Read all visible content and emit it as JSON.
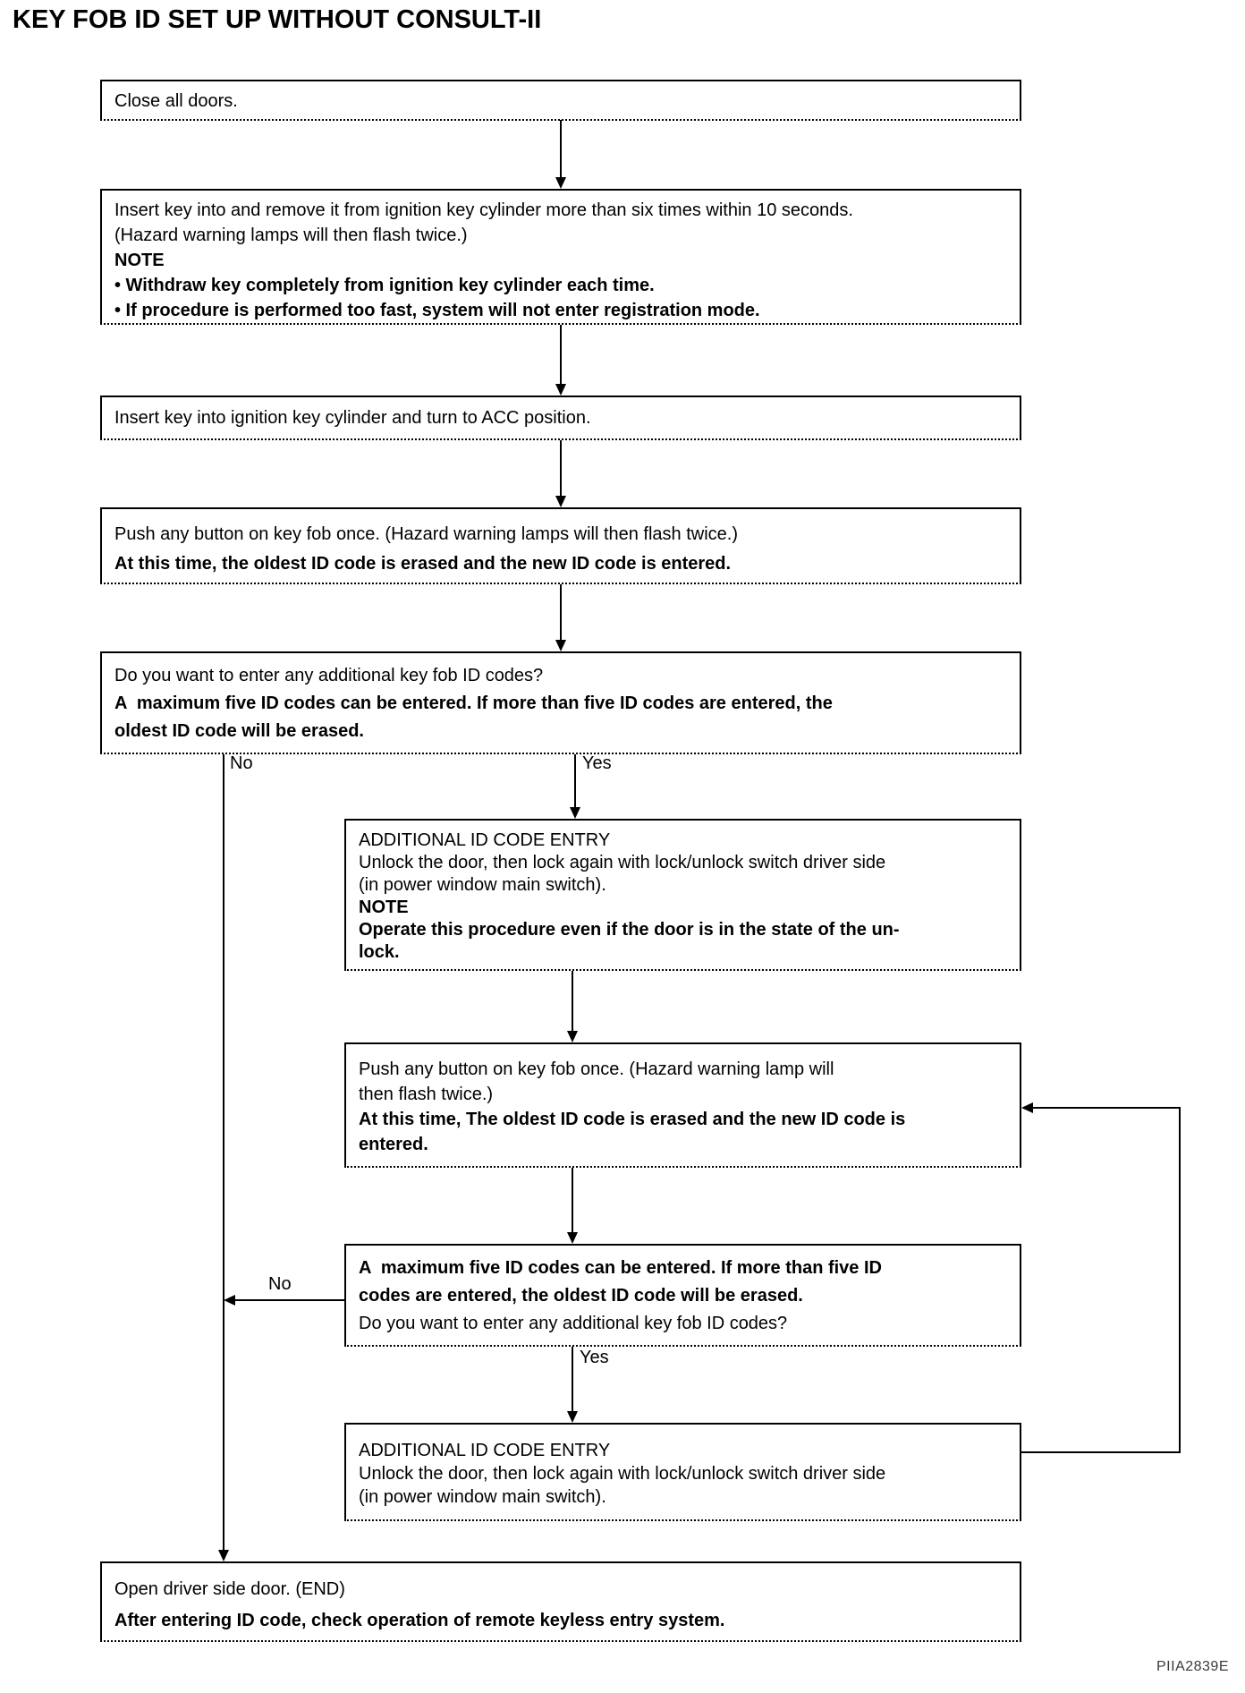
{
  "page": {
    "title": "KEY FOB ID SET UP WITHOUT CONSULT-II",
    "figure_code": "PIIA2839E"
  },
  "flow": {
    "boxes": {
      "close_doors": {
        "lines": [
          {
            "text": "Close all doors.",
            "bold": false
          }
        ]
      },
      "insert_remove_key": {
        "lines": [
          {
            "text": "Insert key into and remove it from ignition key cylinder more than six times within 10 seconds.",
            "bold": false
          },
          {
            "text": "(Hazard warning lamps will then flash twice.)",
            "bold": false
          },
          {
            "text": "NOTE",
            "bold": true
          },
          {
            "text": "• Withdraw key completely from ignition key cylinder each time.",
            "bold": true
          },
          {
            "text": "• If procedure is performed too fast, system will not enter registration mode.",
            "bold": true
          }
        ]
      },
      "turn_acc": {
        "lines": [
          {
            "text": "Insert key into ignition key cylinder and turn to ACC position.",
            "bold": false
          }
        ]
      },
      "push_button_once": {
        "lines": [
          {
            "text": "Push any button on key fob once. (Hazard warning lamps will then flash twice.)",
            "bold": false
          },
          {
            "text": "At this time, the oldest ID code is erased and the new ID code is entered.",
            "bold": true
          }
        ]
      },
      "additional_question": {
        "lines": [
          {
            "text": "Do you want to enter any additional key fob ID codes?",
            "bold": false
          },
          {
            "text": "A  maximum five ID codes can be entered. If more than five ID codes are entered, the",
            "bold": true
          },
          {
            "text": "oldest ID code will be erased.",
            "bold": true
          }
        ]
      },
      "id_entry_1": {
        "lines": [
          {
            "text": "ADDITIONAL ID CODE ENTRY",
            "bold": false
          },
          {
            "text": "Unlock the door, then lock again with lock/unlock switch driver side",
            "bold": false
          },
          {
            "text": "(in power window main switch).",
            "bold": false
          },
          {
            "text": "NOTE",
            "bold": true
          },
          {
            "text": "Operate this procedure even if the door is in the state of the un-",
            "bold": true
          },
          {
            "text": "lock.",
            "bold": true
          }
        ]
      },
      "push_button_again": {
        "lines": [
          {
            "text": "Push any button on key fob once. (Hazard warning lamp will",
            "bold": false
          },
          {
            "text": "then flash twice.)",
            "bold": false
          },
          {
            "text": "At this time, The oldest ID code is erased and the new ID code is",
            "bold": true
          },
          {
            "text": "entered.",
            "bold": true
          }
        ]
      },
      "max_five_question": {
        "lines": [
          {
            "text": "A  maximum five ID codes can be entered. If more than five ID",
            "bold": true
          },
          {
            "text": "codes are entered, the oldest ID code will be erased.",
            "bold": true
          },
          {
            "text": "Do you want to enter any additional key fob ID codes?",
            "bold": false
          }
        ]
      },
      "id_entry_2": {
        "lines": [
          {
            "text": "ADDITIONAL ID CODE ENTRY",
            "bold": false
          },
          {
            "text": "Unlock the door, then lock again with lock/unlock switch driver side",
            "bold": false
          },
          {
            "text": "(in power window main switch).",
            "bold": false
          }
        ]
      },
      "open_door_end": {
        "lines": [
          {
            "text": "Open driver side door. (END)",
            "bold": false
          },
          {
            "text": "After entering ID code, check operation of remote keyless entry system.",
            "bold": true
          }
        ]
      }
    },
    "labels": {
      "no1": "No",
      "yes1": "Yes",
      "no2": "No",
      "yes2": "Yes"
    }
  }
}
